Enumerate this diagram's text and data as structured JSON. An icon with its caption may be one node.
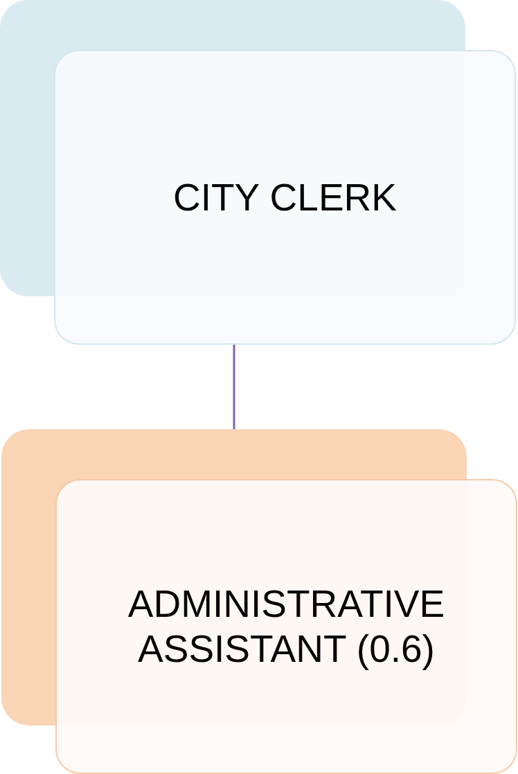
{
  "diagram": {
    "nodes": [
      {
        "text": [
          "CITY CLERK"
        ]
      },
      {
        "text": [
          "ADMINISTRATIVE ASSISTANT (0.6)"
        ]
      }
    ],
    "edges": [
      {
        "from": 0,
        "to": 1,
        "arrow": "none"
      }
    ]
  }
}
